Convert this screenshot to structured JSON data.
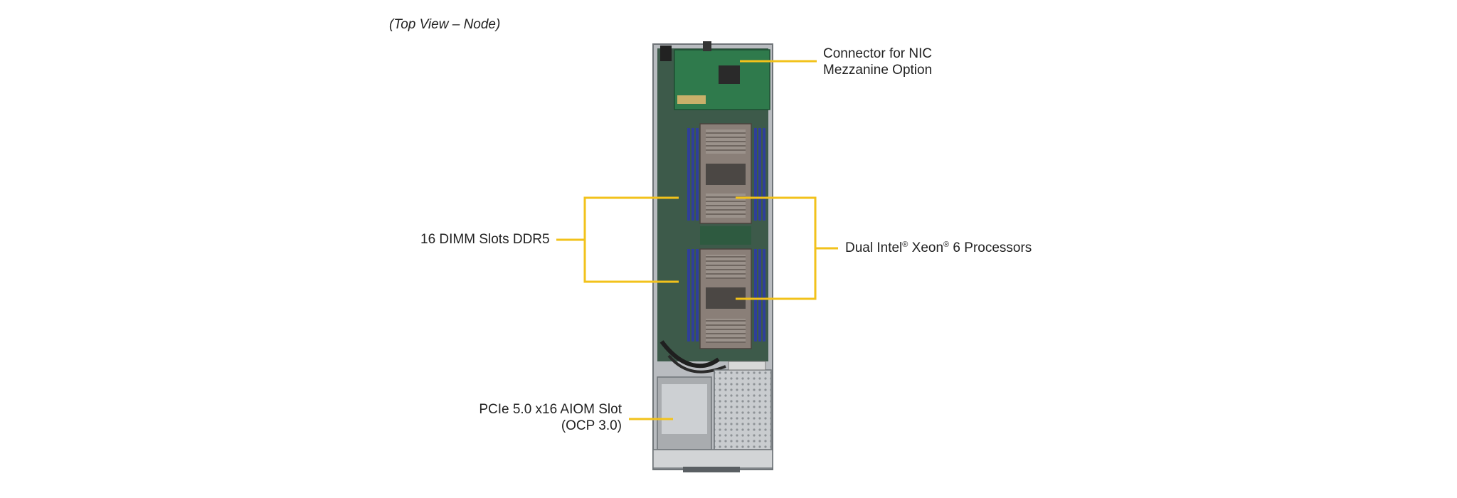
{
  "caption": "(Top View – Node)",
  "callouts": {
    "nic": {
      "line1": "Connector for NIC",
      "line2": "Mezzanine  Option"
    },
    "dimm": {
      "text": "16 DIMM  Slots DDR5"
    },
    "cpu": {
      "prefix": "Dual Intel",
      "mark1": "®",
      "middle": "  Xeon",
      "mark2": "®",
      "suffix": " 6 Processors"
    },
    "aiom": {
      "line1": "PCIe 5.0 x16 AIOM Slot",
      "line2": "(OCP 3.0)"
    }
  },
  "colors": {
    "callout_line": "#f2c21b",
    "pcb_green": "#2f7a4c",
    "dimm_blue": "#2f3f9a",
    "heatsink": "#8a7f78",
    "chassis": "#b9bcc0"
  }
}
